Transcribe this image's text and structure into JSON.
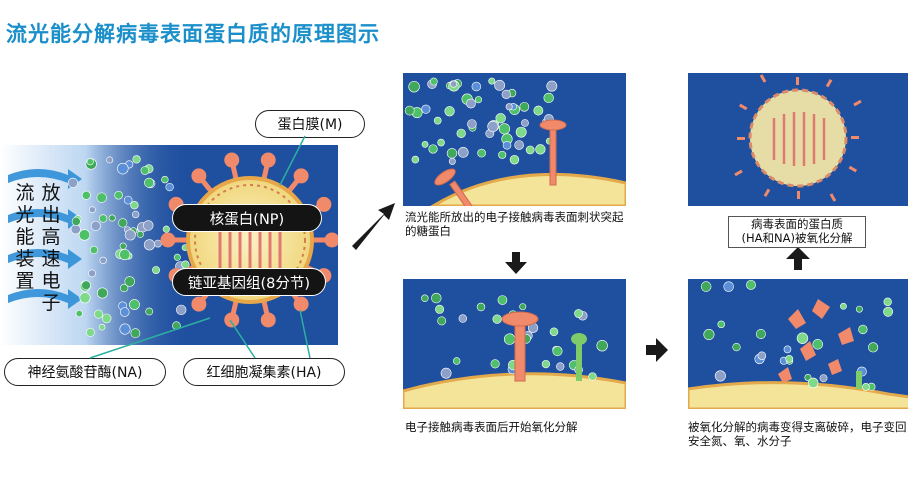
{
  "title": "流光能分解病毒表面蛋白质的原理图示",
  "device_label_col1": "流光能装置",
  "device_label_col2": "放出高速电子",
  "labels": {
    "membrane": "蛋白膜(M)",
    "nucleoprotein": "核蛋白(NP)",
    "rna": "链亚基因组(8分节)",
    "neuraminidase": "神经氨酸苷酶(NA)",
    "hemagglutinin": "红细胞凝集素(HA)"
  },
  "captions": {
    "step1": "流光能所放出的电子接触病毒表面刺状突起的糖蛋白",
    "step2": "电子接触病毒表面后开始氧化分解",
    "step3": "被氧化分解的病毒变得支离破碎，电子变回安全氮、氧、水分子",
    "step4": "病毒表面的蛋白质\n(HA和NA)被氧化分解"
  },
  "colors": {
    "title": "#1a8fc9",
    "panel": "#1f4f9f",
    "virus_core": "#f2e3a6",
    "spike": "#f08a6a"
  }
}
